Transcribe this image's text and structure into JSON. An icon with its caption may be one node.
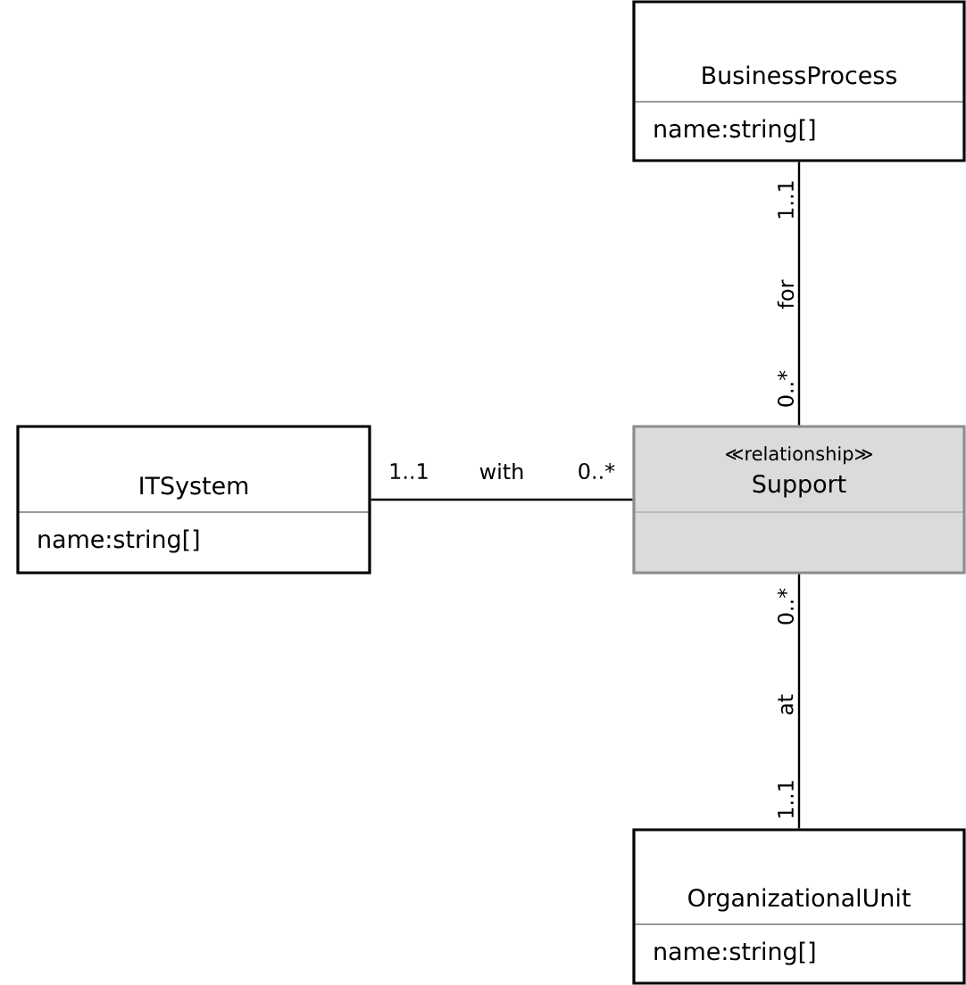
{
  "diagram": {
    "nodes": [
      {
        "text": [
          "BusinessProcess",
          "name:string[]"
        ]
      },
      {
        "text": [
          "ITSystem",
          "name:string[]"
        ]
      },
      {
        "text": [
          "≪relationship≫",
          "Support"
        ]
      },
      {
        "text": [
          "OrganizationalUnit",
          "name:string[]"
        ]
      }
    ],
    "edges": [
      {
        "from": 0,
        "to": 2,
        "arrow": "none",
        "label": "for"
      },
      {
        "from": 1,
        "to": 2,
        "arrow": "none",
        "label": "with"
      },
      {
        "from": 2,
        "to": 3,
        "arrow": "none",
        "label": "at"
      }
    ],
    "labels": [
      "1..1",
      "0..*",
      "1..1",
      "0..*",
      "0..*",
      "1..1"
    ]
  }
}
